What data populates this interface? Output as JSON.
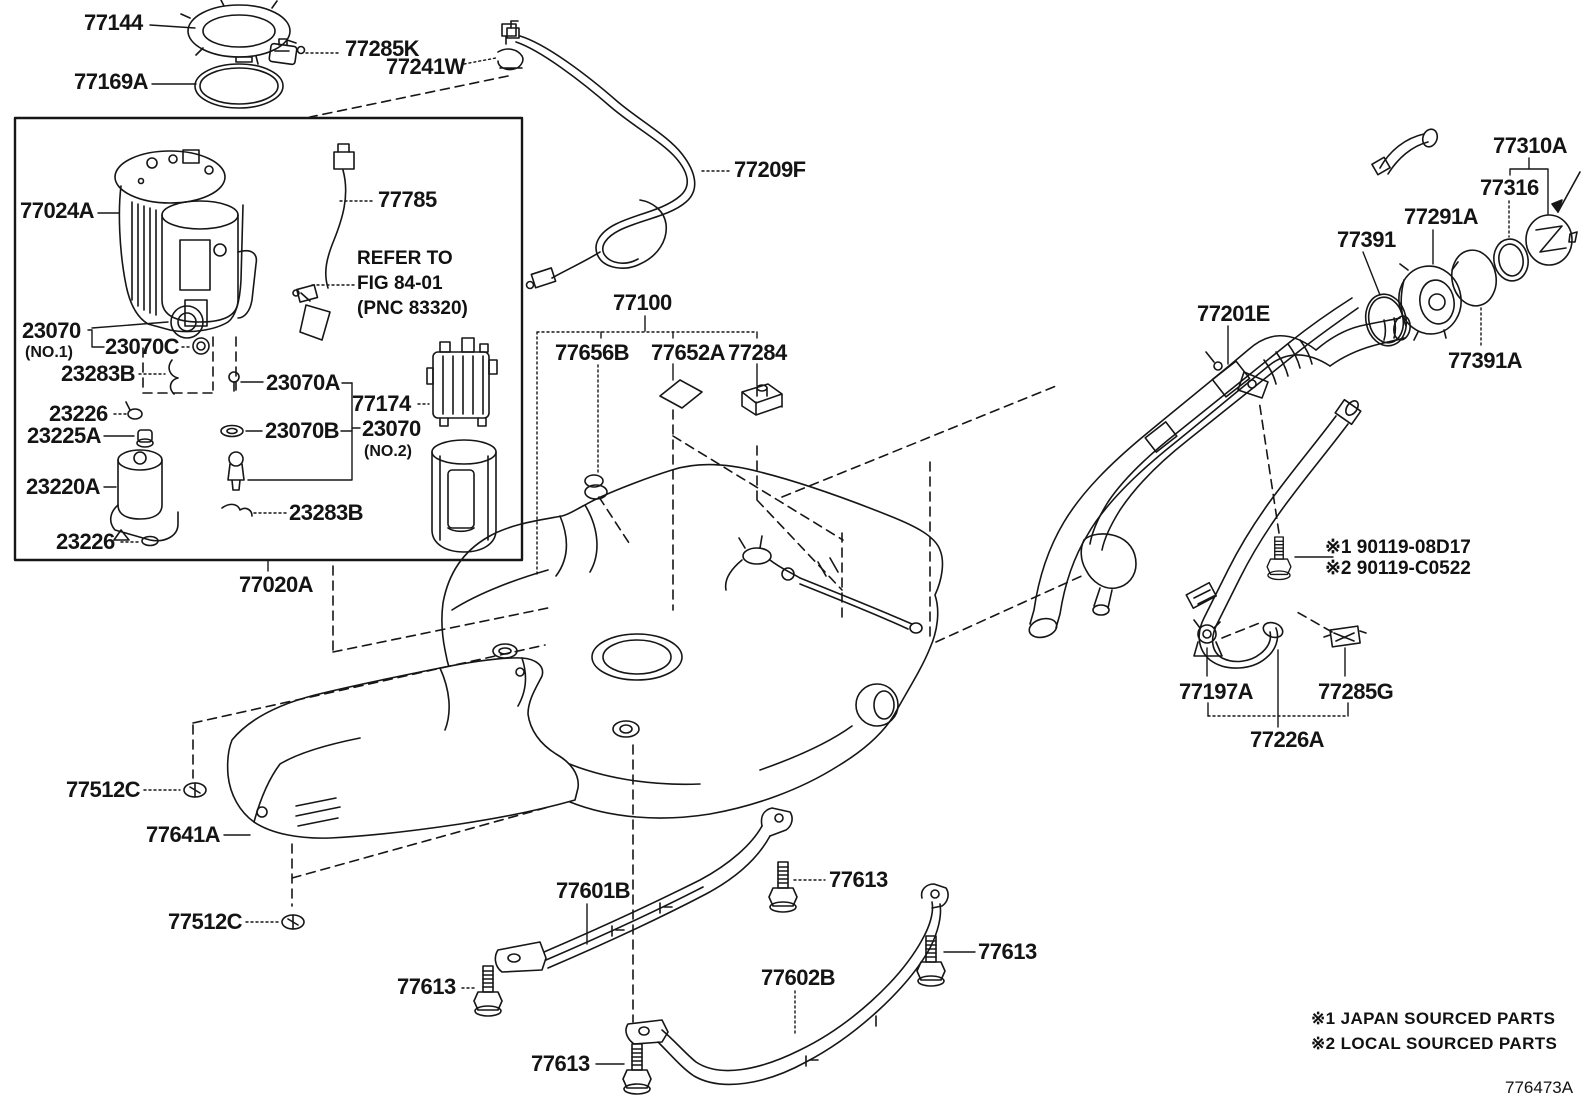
{
  "figure_code": "776473A",
  "refer_note": {
    "l1": "REFER TO",
    "l2": "FIG 84-01",
    "l3": "(PNC 83320)"
  },
  "fastener_note": {
    "l1": "※1 90119-08D17",
    "l2": "※2 90119-C0522"
  },
  "footnotes": {
    "n1": "※1 JAPAN SOURCED PARTS",
    "n2": "※2 LOCAL SOURCED PARTS"
  },
  "labels": [
    "77144",
    "77169A",
    "77285K",
    "77241W",
    "77209F",
    "77024A",
    "77785",
    "23070",
    "(NO.1)",
    "23070C",
    "23283B",
    "23226",
    "23225A",
    "23220A",
    "23226",
    "23070A",
    "23070B",
    "23283B",
    "77174",
    "23070",
    "(NO.2)",
    "77020A",
    "77100",
    "77656B",
    "77652A",
    "77284",
    "77310A",
    "77316",
    "77291A",
    "77391",
    "77391A",
    "77201E",
    "77197A",
    "77285G",
    "77226A",
    "77512C",
    "77641A",
    "77512C",
    "77601B",
    "77613",
    "77602B",
    "77613",
    "77613",
    "77613"
  ]
}
